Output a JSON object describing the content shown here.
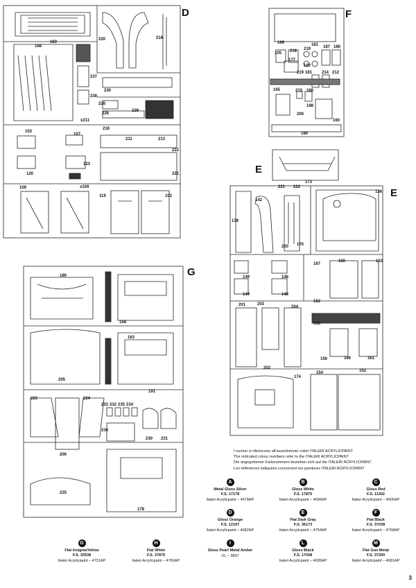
{
  "sprues": {
    "D": {
      "letter": "D",
      "parts": [
        "183",
        "220",
        "218",
        "168",
        "237",
        "238",
        "230",
        "228",
        "229",
        "226",
        "x211",
        "216",
        "211",
        "213",
        "222",
        "103",
        "107",
        "120",
        "123",
        "221",
        "109",
        "x109",
        "119",
        "102"
      ]
    },
    "F": {
      "letter": "F",
      "parts": [
        "169",
        "218",
        "105",
        "177",
        "219",
        "181",
        "187",
        "186",
        "180",
        "219",
        "181",
        "214",
        "212",
        "165",
        "215",
        "188",
        "188",
        "200",
        "160",
        "189"
      ]
    },
    "E": {
      "letter": "E",
      "parts": [
        "173",
        "221",
        "222",
        "136",
        "138",
        "142",
        "220",
        "170",
        "149",
        "148",
        "149",
        "148",
        "167",
        "150",
        "153",
        "162",
        "201",
        "203",
        "204",
        "202",
        "155",
        "156",
        "166",
        "161",
        "174",
        "154",
        "152"
      ]
    },
    "G": {
      "letter": "G",
      "parts": [
        "180",
        "158",
        "163",
        "205",
        "191",
        "223",
        "224",
        "233",
        "232",
        "235",
        "234",
        "206",
        "236",
        "230",
        "231",
        "225",
        "178"
      ]
    }
  },
  "notes": [
    "I numeri si riferiscono all'assortimento colori ITALERI ACRYLICPAINT",
    "The indicated colour numbers refer to the ITALERI ACRYLICPAINT",
    "Die angegebenen Farbnummern beziehen sich auf die ITALERI ACRYLICPAINT",
    "Les références indiquées concernent les peintures ITALERI ACRYLICPAINT"
  ],
  "colors": [
    {
      "letter": "A",
      "name": "Metal Gloss Silver",
      "fs": "F.S. 17178",
      "code": "Italeri Acrylicpaint – 4678AP"
    },
    {
      "letter": "B",
      "name": "Gloss White",
      "fs": "F.S. 17875",
      "code": "Italeri Acrylicpaint – 4696AP"
    },
    {
      "letter": "C",
      "name": "Gloss Red",
      "fs": "F.S. 11302",
      "code": "Italeri Acrylicpaint – 4605AP"
    },
    {
      "letter": "D",
      "name": "Gloss Orange",
      "fs": "F.S. 12197",
      "code": "Italeri Acrylicpaint – 4682AP"
    },
    {
      "letter": "E",
      "name": "Flat Dark Gray",
      "fs": "F.S. 36173",
      "code": "Italeri Acrylicpaint – 4754AP"
    },
    {
      "letter": "F",
      "name": "Flat Black",
      "fs": "F.S. 37038",
      "code": "Italeri Acrylicpaint – 4768AP"
    },
    {
      "letter": "G",
      "name": "Flat InsigniaYellow",
      "fs": "F.S. 33538",
      "code": "Italeri Acrylicpaint – 4721AP"
    },
    {
      "letter": "H",
      "name": "Flat White",
      "fs": "F.S. 37875",
      "code": "Italeri Acrylicpaint – 4769AP"
    },
    {
      "letter": "I",
      "name": "Gloss Pearl Metal Amber",
      "fs": "",
      "code": "UL – 3897"
    },
    {
      "letter": "L",
      "name": "Gloss Black",
      "fs": "F.S. 17038",
      "code": "Italeri Acrylicpaint – 4695AP"
    },
    {
      "letter": "M",
      "name": "Flat Gun Metal",
      "fs": "F.S. 37200",
      "code": "Italeri Acrylicpaint – 4681AP"
    }
  ],
  "page_number": "3"
}
